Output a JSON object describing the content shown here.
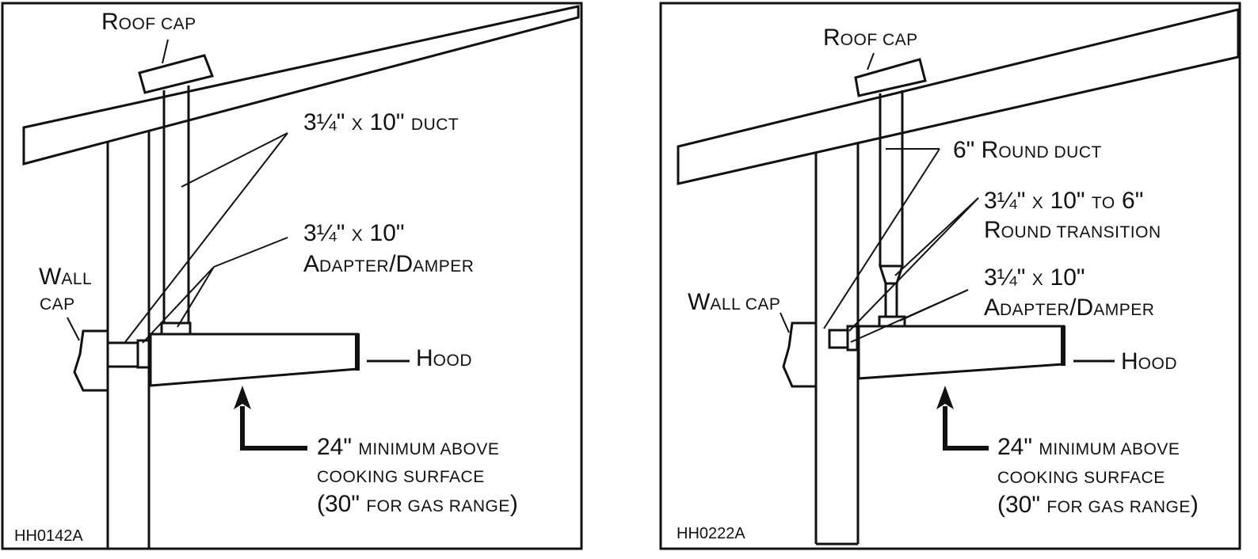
{
  "left": {
    "roof_cap": {
      "big": "R",
      "small": "OOF CAP"
    },
    "duct": {
      "big": "3¼\" ",
      "small": "X",
      "big2": " 10\" ",
      "small2": "DUCT"
    },
    "adapter_line1": {
      "big": "3¼\" ",
      "small": "X",
      "big2": " 10\""
    },
    "adapter_line2": {
      "big": "A",
      "small": "DAPTER",
      "big2": "/D",
      "small2": "AMPER"
    },
    "wall_line1": {
      "big": "W",
      "small": "ALL"
    },
    "wall_line2": {
      "small": "CAP"
    },
    "hood": {
      "big": "H",
      "small": "OOD"
    },
    "note_line1": {
      "big": "24\" ",
      "small": "MINIMUM ABOVE"
    },
    "note_line2": {
      "small": "COOKING SURFACE"
    },
    "note_line3": {
      "big": "(30\" ",
      "small": "FOR GAS RANGE",
      "big2": ")"
    },
    "code": "HH0142A"
  },
  "right": {
    "roof_cap": {
      "big": "R",
      "small": "OOF CAP"
    },
    "duct": {
      "big": "6\" R",
      "small": "OUND DUCT"
    },
    "transition_line1": {
      "big": "3¼\" ",
      "small": "X",
      "big2": " 10\" ",
      "small2": "TO",
      "big3": " 6\""
    },
    "transition_line2": {
      "big": "R",
      "small": "OUND TRANSITION"
    },
    "adapter_line1": {
      "big": "3¼\" ",
      "small": "X",
      "big2": " 10\""
    },
    "adapter_line2": {
      "big": "A",
      "small": "DAPTER",
      "big2": "/D",
      "small2": "AMPER"
    },
    "wall": {
      "big": "W",
      "small": "ALL CAP"
    },
    "hood": {
      "big": "H",
      "small": "OOD"
    },
    "note_line1": {
      "big": "24\" ",
      "small": "MINIMUM ABOVE"
    },
    "note_line2": {
      "small": "COOKING SURFACE"
    },
    "note_line3": {
      "big": "(30\" ",
      "small": "FOR GAS RANGE",
      "big2": ")"
    },
    "code": "HH0222A"
  }
}
